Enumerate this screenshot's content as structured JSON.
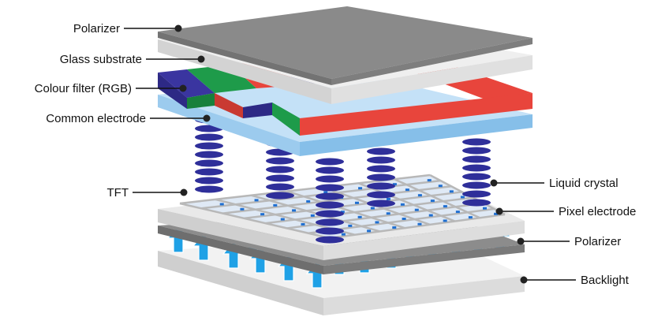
{
  "diagram": {
    "labels": {
      "polarizer_top": "Polarizer",
      "glass_substrate": "Glass substrate",
      "colour_filter": "Colour filter (RGB)",
      "common_electrode": "Common electrode",
      "tft": "TFT",
      "liquid_crystal": "Liquid crystal",
      "pixel_electrode": "Pixel electrode",
      "polarizer_bottom": "Polarizer",
      "backlight": "Backlight"
    },
    "colors": {
      "polarizer": "#8a8a8a",
      "glass": "#e6e6e6",
      "filter_blue": "#3a35a0",
      "filter_green": "#1e9b4a",
      "filter_red": "#e8453c",
      "electrode": "#9ccbee",
      "crystal": "#2f2f9a",
      "tft_grid": "#dfe9f5",
      "arrow": "#1fa1e6"
    }
  }
}
